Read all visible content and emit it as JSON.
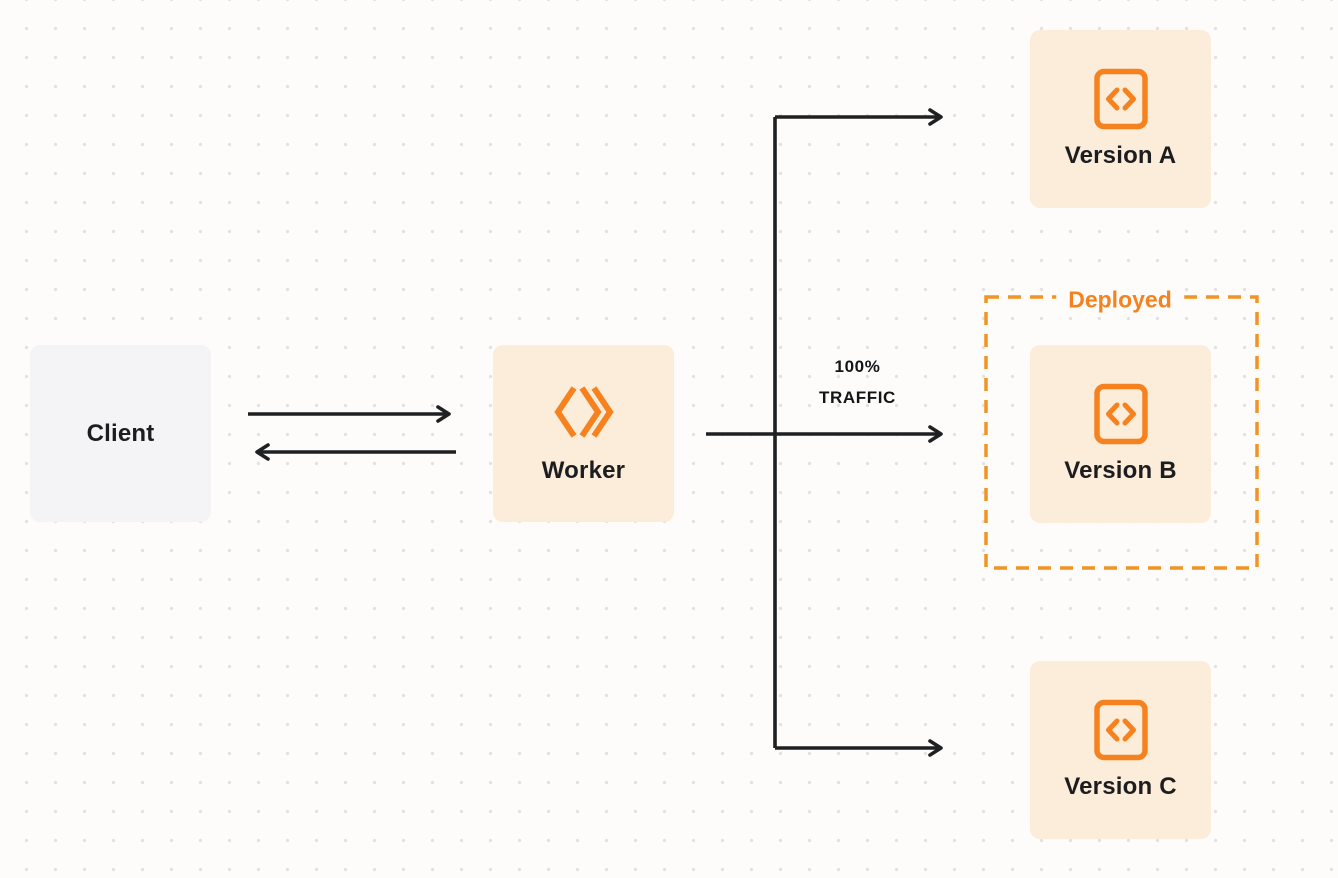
{
  "diagram": {
    "client": {
      "label": "Client"
    },
    "worker": {
      "label": "Worker"
    },
    "traffic": {
      "line1": "100%",
      "line2": "TRAFFIC"
    },
    "deployed": {
      "label": "Deployed"
    },
    "versions": [
      {
        "label": "Version A"
      },
      {
        "label": "Version B"
      },
      {
        "label": "Version C"
      }
    ],
    "icons": {
      "worker": "workers-chevrons-icon",
      "version": "code-brackets-icon"
    },
    "colors": {
      "accent_orange": "#f6821f",
      "deployed_dash": "#f29324",
      "box_cream": "#fcecda",
      "box_gray": "#f4f4f6",
      "arrow": "#1f2022",
      "background": "#fdfcfb"
    }
  }
}
